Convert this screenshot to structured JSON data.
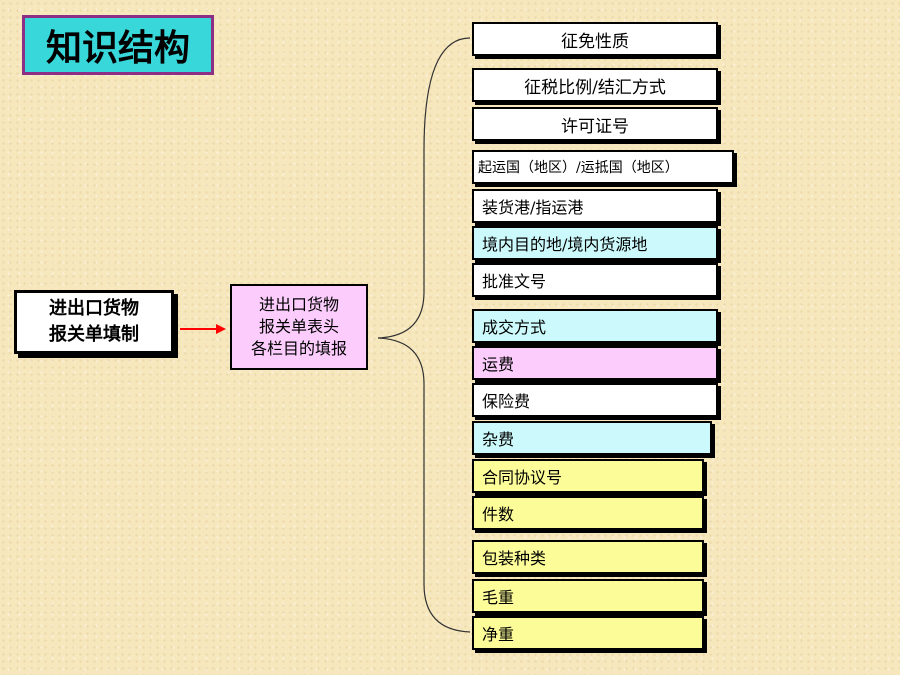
{
  "title": "知识结构",
  "source_box": [
    "进出口货物",
    "报关单填制"
  ],
  "center_box": [
    "进出口货物",
    "报关单表头",
    "各栏目的填报"
  ],
  "items": [
    {
      "label": "征免性质",
      "color": "#ffffff"
    },
    {
      "label": "征税比例/结汇方式",
      "color": "#ffffff"
    },
    {
      "label": "许可证号",
      "color": "#ffffff"
    },
    {
      "label": "起运国（地区）/运抵国（地区）",
      "color": "#ffffff"
    },
    {
      "label": "装货港/指运港",
      "color": "#ffffff"
    },
    {
      "label": "境内目的地/境内货源地",
      "color": "#ccf9fb"
    },
    {
      "label": "批准文号",
      "color": "#ffffff"
    },
    {
      "label": "成交方式",
      "color": "#ccf9fb"
    },
    {
      "label": "运费",
      "color": "#fccdfc"
    },
    {
      "label": "保险费",
      "color": "#ffffff"
    },
    {
      "label": "杂费",
      "color": "#ccf9fb"
    },
    {
      "label": "合同协议号",
      "color": "#fcfc98"
    },
    {
      "label": "件数",
      "color": "#fcfc98"
    },
    {
      "label": "包装种类",
      "color": "#fcfc98"
    },
    {
      "label": "毛重",
      "color": "#fcfc98"
    },
    {
      "label": "净重",
      "color": "#fcfc98"
    }
  ],
  "colors": {
    "title_bg": "#38d8da",
    "title_border": "#8e2f86",
    "arrow": "#ff0000"
  }
}
